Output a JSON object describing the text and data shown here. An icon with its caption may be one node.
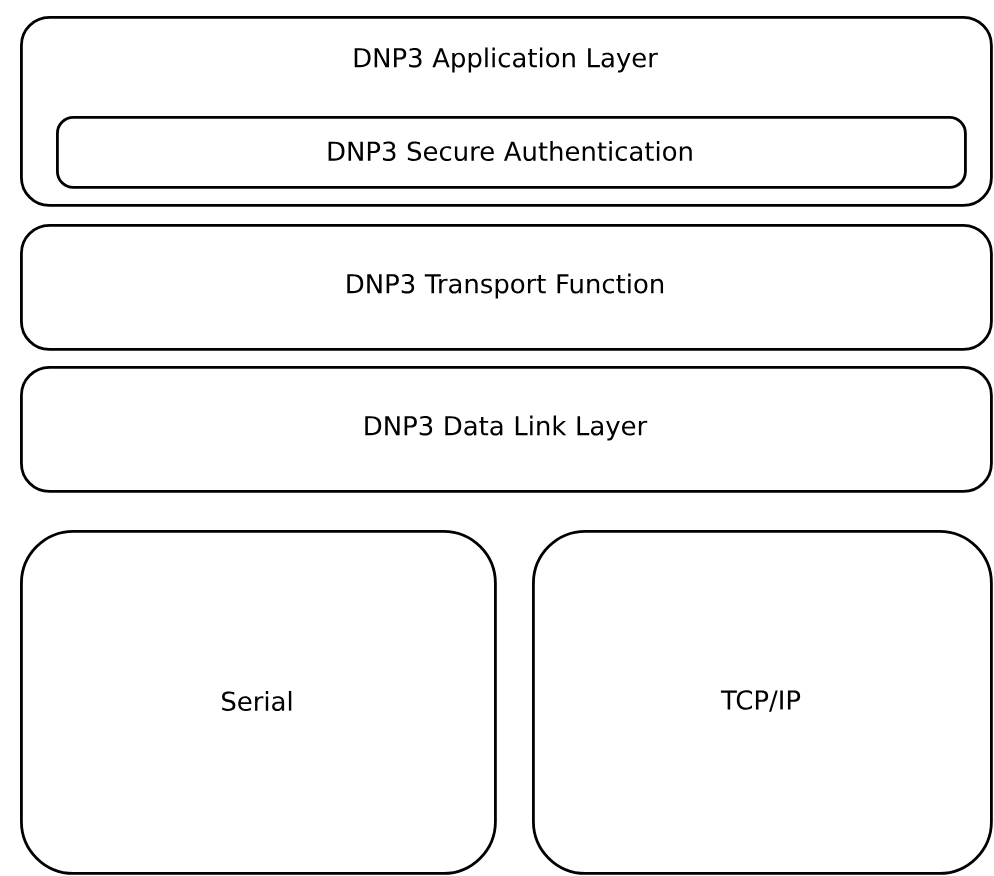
{
  "diagram": {
    "nodes": [
      {
        "text": [
          "DNP3 Application Layer"
        ]
      },
      {
        "text": [
          "DNP3 Secure Authentication"
        ],
        "in": 0
      },
      {
        "text": [
          "DNP3 Transport Function"
        ]
      },
      {
        "text": [
          "DNP3 Data Link Layer"
        ]
      },
      {
        "text": [
          "Serial"
        ]
      },
      {
        "text": [
          "TCP/IP"
        ]
      }
    ]
  }
}
